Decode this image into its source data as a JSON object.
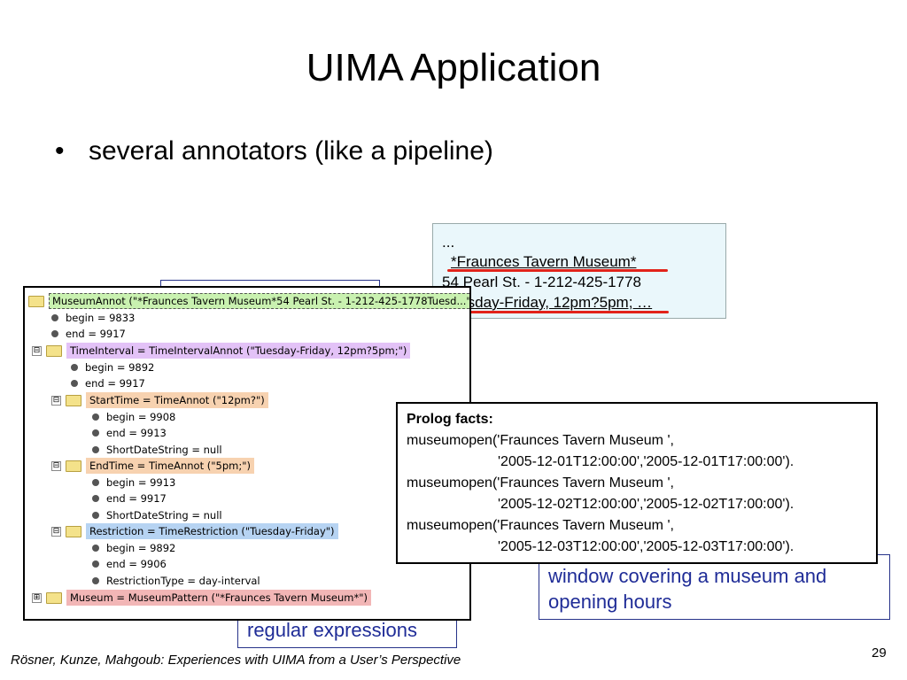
{
  "slide": {
    "title": "UIMA Application",
    "bullet": "several annotators (like a pipeline)",
    "footer": "Rösner, Kunze, Mahgoub: Experiences with UIMA from a User’s Perspective",
    "page_number": "29"
  },
  "sky_box": {
    "line1": "...",
    "line2": "*Fraunces Tavern Museum*",
    "line3": "54 Pearl St. - 1-212-425-1778",
    "line4": "Tuesday-Friday, 12pm?5pm; …"
  },
  "callouts": {
    "window_text_line1": "window covering a museum and",
    "window_text_line2": "opening hours",
    "regex_text": "regular expressions"
  },
  "tree": {
    "rows": [
      {
        "type": "node",
        "text": "MuseumAnnot (\"*Fraunces Tavern Museum*54 Pearl St. - 1-212-425-1778Tuesd...\")"
      },
      {
        "type": "feat",
        "text": "begin = 9833"
      },
      {
        "type": "feat",
        "text": "end = 9917"
      },
      {
        "type": "node",
        "text": "TimeInterval = TimeIntervalAnnot (\"Tuesday-Friday, 12pm?5pm;\")"
      },
      {
        "type": "feat",
        "text": "begin = 9892"
      },
      {
        "type": "feat",
        "text": "end = 9917"
      },
      {
        "type": "node",
        "text": "StartTime = TimeAnnot (\"12pm?\")"
      },
      {
        "type": "feat",
        "text": "begin = 9908"
      },
      {
        "type": "feat",
        "text": "end = 9913"
      },
      {
        "type": "feat",
        "text": "ShortDateString = null"
      },
      {
        "type": "node",
        "text": "EndTime = TimeAnnot (\"5pm;\")"
      },
      {
        "type": "feat",
        "text": "begin = 9913"
      },
      {
        "type": "feat",
        "text": "end = 9917"
      },
      {
        "type": "feat",
        "text": "ShortDateString = null"
      },
      {
        "type": "node",
        "text": "Restriction = TimeRestriction (\"Tuesday-Friday\")"
      },
      {
        "type": "feat",
        "text": "begin = 9892"
      },
      {
        "type": "feat",
        "text": "end = 9906"
      },
      {
        "type": "feat",
        "text": "RestrictionType = day-interval"
      },
      {
        "type": "node",
        "text": "Museum = MuseumPattern (\"*Fraunces Tavern Museum*\")"
      }
    ],
    "expanders": [
      "⊟",
      "⊞"
    ]
  },
  "prolog": {
    "heading": "Prolog facts:",
    "lines": [
      "museumopen('Fraunces Tavern Museum ',",
      "'2005-12-01T12:00:00','2005-12-01T17:00:00').",
      "museumopen('Fraunces Tavern Museum ',",
      "'2005-12-02T12:00:00','2005-12-02T17:00:00').",
      "museumopen('Fraunces Tavern Museum ',",
      "'2005-12-03T12:00:00','2005-12-03T17:00:00')."
    ]
  },
  "colors": {
    "callout_text": "#1f2c97",
    "underline": "#e2231a",
    "sky_bg": "#eaf7fb"
  }
}
